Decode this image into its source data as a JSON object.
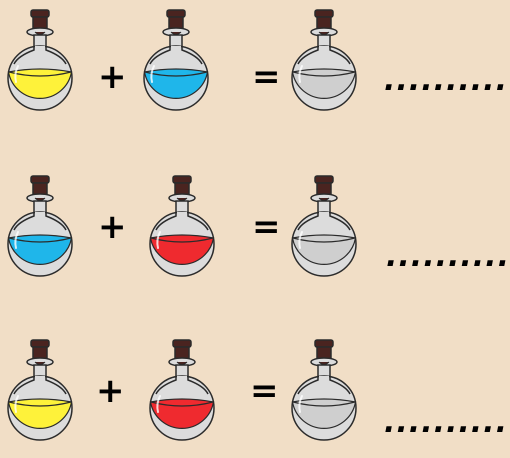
{
  "colors": {
    "background": "#f1dec6",
    "yellow": "#fef23a",
    "blue": "#1fb6ea",
    "red": "#ef2a2f",
    "grey": "#cfcfcf",
    "glass": "#dcdcdc",
    "cork": "#4a2420",
    "outline": "#2b2b2b"
  },
  "operators": {
    "plus": "+",
    "equals": "="
  },
  "answer_blank": "..........",
  "equations": [
    {
      "left": "yellow",
      "right": "blue",
      "result": "grey"
    },
    {
      "left": "blue",
      "right": "red",
      "result": "grey"
    },
    {
      "left": "yellow",
      "right": "red",
      "result": "grey"
    }
  ]
}
